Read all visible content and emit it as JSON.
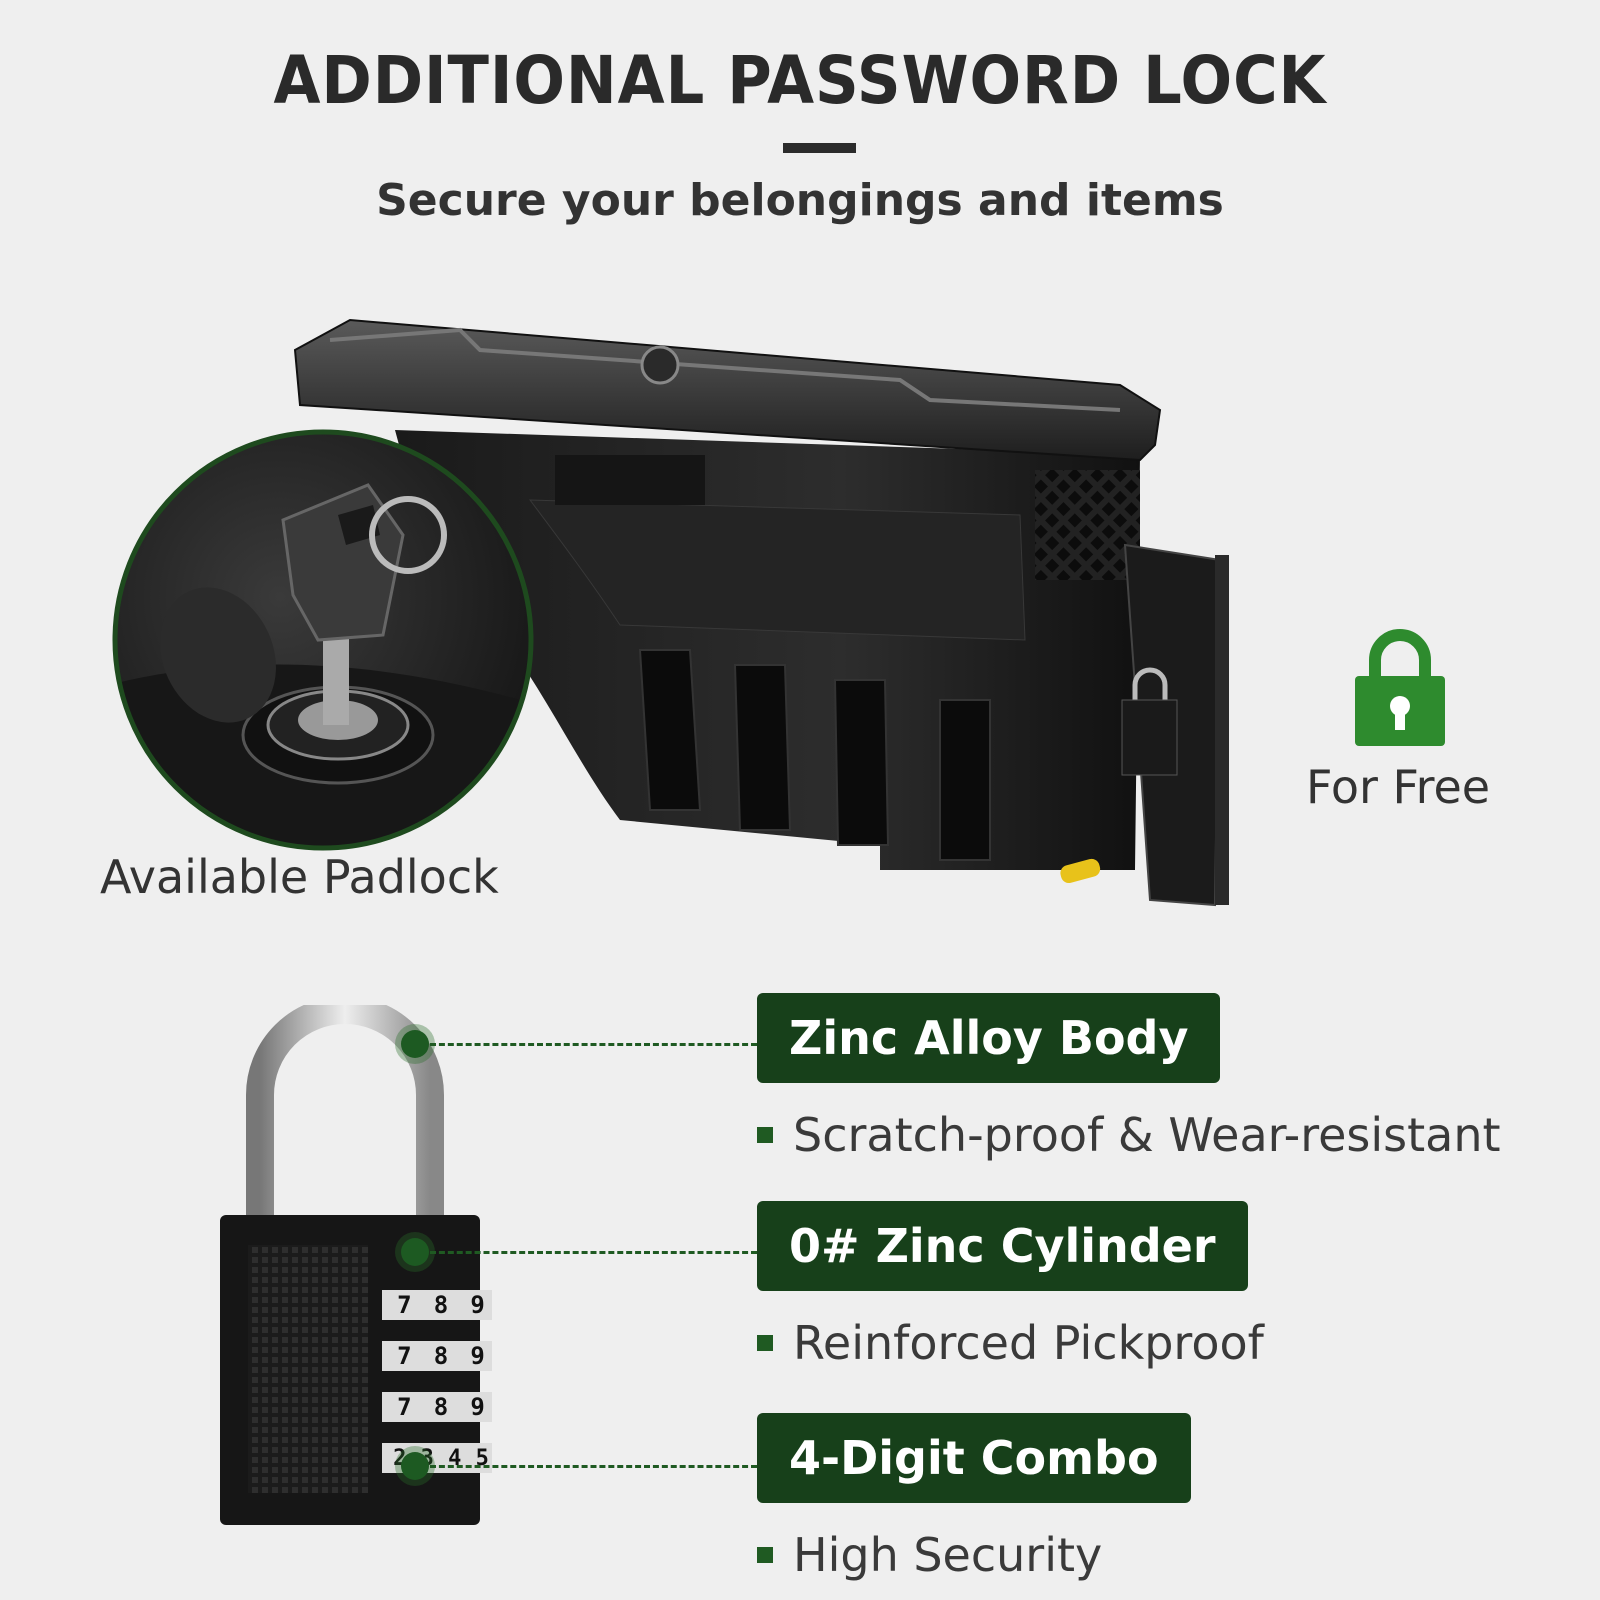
{
  "header": {
    "title": "ADDITIONAL PASSWORD LOCK",
    "subtitle": "Secure your belongings and items"
  },
  "product": {
    "inset_caption": "Available Padlock",
    "free_caption": "For Free",
    "lock_icon_color": "#2e8b2e"
  },
  "features": [
    {
      "label": "Zinc Alloy Body",
      "detail": "Scratch-proof & Wear-resistant"
    },
    {
      "label": "0# Zinc Cylinder",
      "detail": "Reinforced Pickproof"
    },
    {
      "label": "4-Digit Combo",
      "detail": "High Security"
    }
  ],
  "padlock": {
    "dial_rows": [
      [
        "7",
        "8",
        "9"
      ],
      [
        "7",
        "8",
        "9"
      ],
      [
        "7",
        "8",
        "9"
      ],
      [
        "2",
        "3",
        "4",
        "5"
      ]
    ]
  },
  "colors": {
    "tag_background": "#17401a",
    "accent_green": "#1f5a22",
    "page_background": "#efefef"
  }
}
